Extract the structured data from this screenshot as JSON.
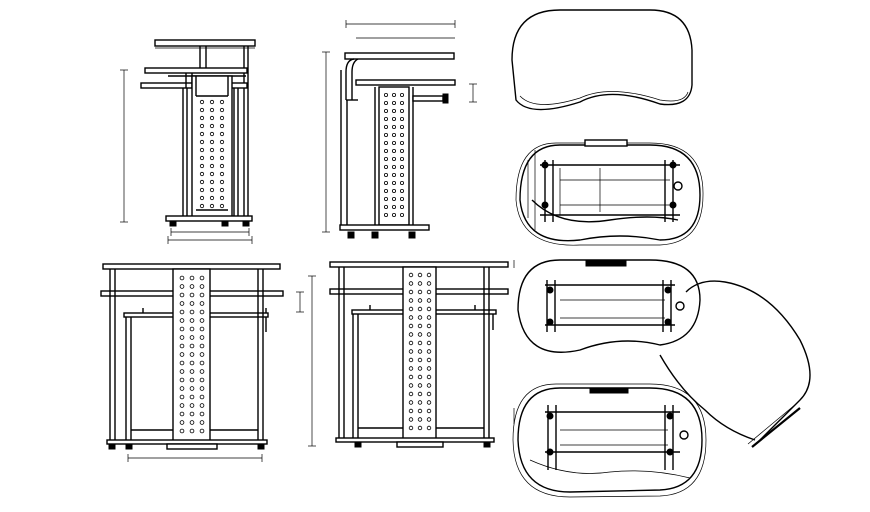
{
  "drawing": {
    "views": [
      {
        "id": "side-elevation-1",
        "kind": "side-elevation"
      },
      {
        "id": "side-elevation-2",
        "kind": "side-elevation"
      },
      {
        "id": "front-elevation-1",
        "kind": "front-elevation"
      },
      {
        "id": "front-elevation-2",
        "kind": "front-elevation"
      },
      {
        "id": "plan-top",
        "kind": "top-plan"
      },
      {
        "id": "plan-frame",
        "kind": "frame-plan"
      },
      {
        "id": "plan-shelf",
        "kind": "shelf-plan"
      },
      {
        "id": "plan-base",
        "kind": "base-plan"
      }
    ],
    "colors": {
      "line": "#000000",
      "background": "#ffffff"
    }
  }
}
